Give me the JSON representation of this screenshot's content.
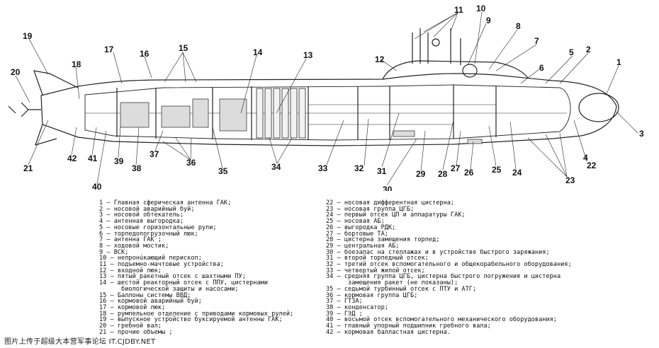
{
  "callouts": [
    "1",
    "2",
    "3",
    "4",
    "5",
    "6",
    "7",
    "8",
    "9",
    "10",
    "11",
    "12",
    "13",
    "14",
    "15",
    "16",
    "17",
    "18",
    "19",
    "20",
    "21",
    "22",
    "23",
    "24",
    "25",
    "26",
    "27",
    "28",
    "29",
    "30",
    "31",
    "32",
    "33",
    "34",
    "35",
    "36",
    "37",
    "38",
    "39",
    "40",
    "41",
    "42"
  ],
  "legend_left": [
    "1 – Главная сферическая антенна ГАК;",
    "2 – носовой аварийный буй;",
    "3 – носовой обтекатель;",
    "4 – антенная выгородка;",
    "5 – носовые горизонтальные рули;",
    "6 – торпедопогрузочный люк;",
    "7 – антенна ГАК ;",
    "8 – ходовой мостик;",
    "9 – ВСК;",
    "10 – непронúкающий перископ;",
    "11 – подъемно-мачтовые устройства;",
    "12 – входной люк;",
    "13 – пятый ракетный отсек с шахтными ПУ;",
    "14 – шестой реакторный отсек с ППУ, цистернами",
    "      биологической защиты и насосами;",
    "15 – Баллоны системы ВВД;",
    "16 – кормовой аварийный буй;",
    "17 – кормовой люк;",
    "18 – румпельное отделение с приводами кормовых рулей;",
    "19 – выпускное устройство буксируемой антенны ГАК;",
    "20 – гребной вал;",
    "21 – прочие объемы ;"
  ],
  "legend_right": [
    "22 – носовая дифферентная цистерна;",
    "23 – носовая группа ЦГБ;",
    "24 – первый отсек ЦП и аппаратуры ГАК;",
    "25 – носовая АБ;",
    "26 – выгородка РДК;",
    "27 – бортовые ТА;",
    "28 – цистерна замещения торпед;",
    "29 – центральная АБ;",
    "30 – боезапас на стеллажах и в устройстве быстрого заряжания;",
    "31 – второй торпедный отсек;",
    "32 – третий отсек вспомогательного и общекорабельного оборудования;",
    "33 – четвертый жилой отсек;",
    "34 – средняя группа ЦГБ, цистерна быстрого погружения и цистерна",
    "      замещения ракет (не показаны);",
    "35 – седьмой турбинный отсек с ПТУ и АТГ;",
    "36 – кормовая группа ЦГБ;",
    "37 – ГТЗА;",
    "38 – конденсатор;",
    "39 – ГЭД ;",
    "40 – восьмой отсек вспомогательного механического оборудования;",
    "41 – главный упорный подшипник гребного вала;",
    "42 – кормовая балластная цистерна."
  ],
  "watermark": "图片上传于超级大本营军事论坛 IT.CJDBY.NET"
}
